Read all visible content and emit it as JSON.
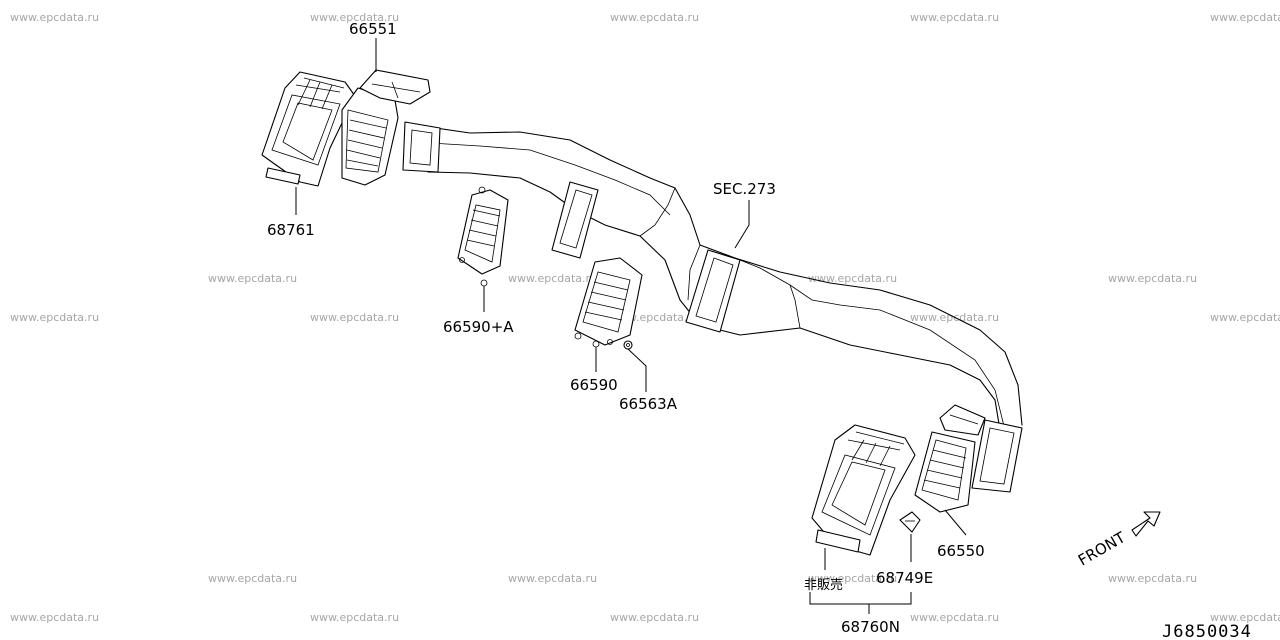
{
  "watermark": "www.epcdata.ru",
  "parts": {
    "p66551": "66551",
    "p68761": "68761",
    "p66590a": "66590+A",
    "p66590": "66590",
    "p66563a": "66563A",
    "sec": "SEC.273",
    "p68749e": "68749E",
    "p66550": "66550",
    "not_sold": "非販売",
    "p68760n": "68760N"
  },
  "front_label": "FRONT",
  "drawing_number": "J6850034",
  "icons": {
    "front_arrow": "front-arrow-icon"
  }
}
